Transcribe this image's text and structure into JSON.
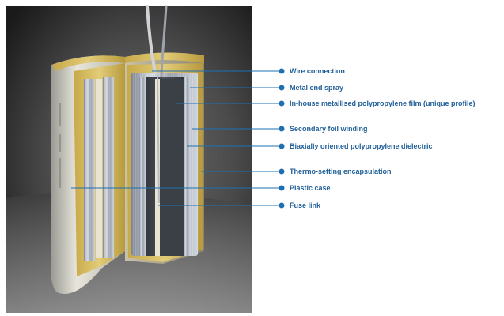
{
  "figure": {
    "alt": "Cutaway illustration of a capacitor",
    "accent_color": "#1f6fb0",
    "case_color": "#e6dfc7",
    "insulation_color": "#d8bf5a"
  },
  "callouts": [
    {
      "id": "wire",
      "label": "Wire connection"
    },
    {
      "id": "spray",
      "label": "Metal end spray"
    },
    {
      "id": "film",
      "label": "In-house metallised polypropylene film (unique profile)"
    },
    {
      "id": "foil",
      "label": "Secondary foil winding"
    },
    {
      "id": "dielectric",
      "label": "Biaxially oriented polypropylene dielectric"
    },
    {
      "id": "encap",
      "label": "Thermo-setting encapsulation"
    },
    {
      "id": "case",
      "label": "Plastic case"
    },
    {
      "id": "fuse",
      "label": "Fuse link"
    }
  ]
}
